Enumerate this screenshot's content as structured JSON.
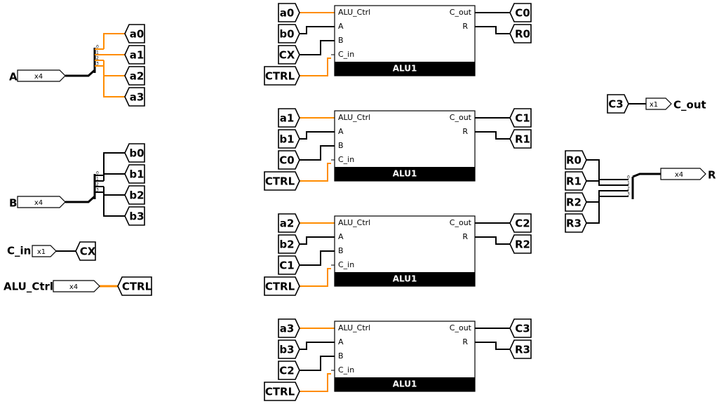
{
  "colors": {
    "wire_bus": "#000000",
    "wire_bit": "#ff8c00",
    "block_fill": "#ffffff",
    "title_bar": "#000000"
  },
  "inputs": {
    "A": {
      "name": "A",
      "width": "x4"
    },
    "B": {
      "name": "B",
      "width": "x4"
    },
    "C_in": {
      "name": "C_in",
      "width": "x1"
    },
    "ALU_Ctrl": {
      "name": "ALU_Ctrl",
      "width": "x4"
    }
  },
  "input_tunnels": {
    "C_in": "CX",
    "ALU_Ctrl": "CTRL"
  },
  "splitter_a_outputs": [
    "a0",
    "a1",
    "a2",
    "a3"
  ],
  "splitter_b_outputs": [
    "b0",
    "b1",
    "b2",
    "b3"
  ],
  "splitter_bit_labels": [
    "0",
    "1",
    "2",
    "3"
  ],
  "alu_pins": {
    "ctrl": "ALU_Ctrl",
    "a": "A",
    "b": "B",
    "cin": "C_in",
    "cout": "C_out",
    "r": "R"
  },
  "alus": [
    {
      "title": "ALU1",
      "in_ctrl": "a0",
      "in_a": "b0",
      "in_b": "CX",
      "in_cin": "CTRL",
      "out_cout": "C0",
      "out_r": "R0"
    },
    {
      "title": "ALU1",
      "in_ctrl": "a1",
      "in_a": "b1",
      "in_b": "C0",
      "in_cin": "CTRL",
      "out_cout": "C1",
      "out_r": "R1"
    },
    {
      "title": "ALU1",
      "in_ctrl": "a2",
      "in_a": "b2",
      "in_b": "C1",
      "in_cin": "CTRL",
      "out_cout": "C2",
      "out_r": "R2"
    },
    {
      "title": "ALU1",
      "in_ctrl": "a3",
      "in_a": "b3",
      "in_b": "C2",
      "in_cin": "CTRL",
      "out_cout": "C3",
      "out_r": "R3"
    }
  ],
  "outputs": {
    "C_out": {
      "source": "C3",
      "width": "x1",
      "name": "C_out"
    },
    "R": {
      "sources": [
        "R0",
        "R1",
        "R2",
        "R3"
      ],
      "width": "x4",
      "name": "R"
    }
  }
}
